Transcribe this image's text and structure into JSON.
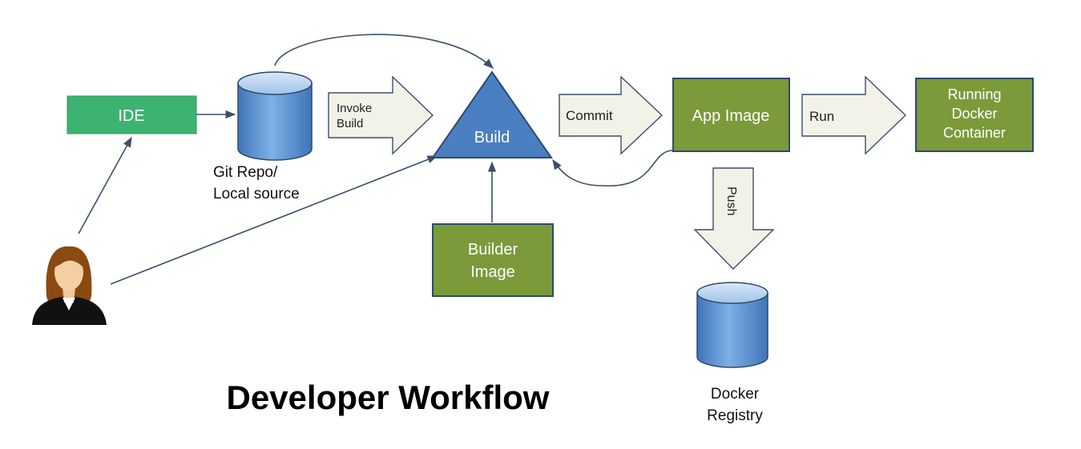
{
  "title": "Developer Workflow",
  "nodes": {
    "ide": "IDE",
    "git_repo_line1": "Git Repo/",
    "git_repo_line2": "Local source",
    "build": "Build",
    "builder_image_line1": "Builder",
    "builder_image_line2": "Image",
    "app_image": "App Image",
    "running_line1": "Running",
    "running_line2": "Docker",
    "running_line3": "Container",
    "registry_line1": "Docker",
    "registry_line2": "Registry"
  },
  "arrows": {
    "invoke_line1": "Invoke",
    "invoke_line2": "Build",
    "commit": "Commit",
    "run": "Run",
    "push": "Push"
  },
  "icons": {
    "developer": "developer-avatar-icon",
    "repo": "database-cylinder-icon",
    "registry": "database-cylinder-icon"
  },
  "colors": {
    "ide_fill": "#3cb371",
    "green_box_fill": "#7b9a3a",
    "green_box_border": "#2e4a6b",
    "build_fill": "#4a7fc1",
    "cylinder_fill": "#5b8fcc",
    "block_arrow_fill": "#f2f2e8",
    "line": "#3b4f6b"
  }
}
